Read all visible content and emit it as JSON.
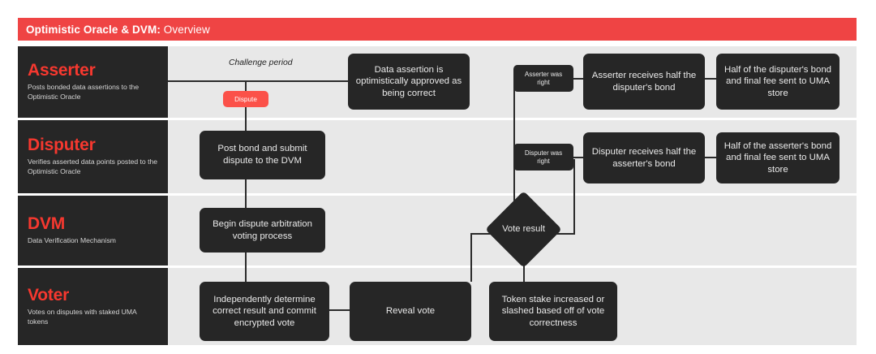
{
  "header": {
    "title_bold": "Optimistic Oracle & DVM:",
    "title_rest": " Overview",
    "bg_color": "#ef4444"
  },
  "colors": {
    "accent_red": "#f6382f",
    "badge_red": "#fb5149",
    "node_dark": "#262626",
    "band_gray": "#e8e8e8",
    "page_bg": "#ffffff",
    "line": "#2b2b2b"
  },
  "rows": [
    {
      "role": "Asserter",
      "desc": "Posts bonded data assertions to the Optimistic Oracle"
    },
    {
      "role": "Disputer",
      "desc": "Verifies asserted data points posted to the Optimistic Oracle"
    },
    {
      "role": "DVM",
      "desc": "Data Verification Mechanism"
    },
    {
      "role": "Voter",
      "desc": "Votes on disputes with staked UMA tokens"
    }
  ],
  "nodes": {
    "challenge_period": "Challenge period",
    "dispute_badge": "Dispute",
    "data_assertion_approved": "Data assertion is optimistically approved as being correct",
    "asserter_was_right": "Asserter was right",
    "asserter_receives_half": "Asserter receives half the disputer's bond",
    "half_disputer_bond": "Half of the disputer's bond and final fee sent to UMA store",
    "post_bond_submit": "Post bond and submit dispute to the DVM",
    "disputer_was_right": "Disputer was right",
    "disputer_receives_half": "Disputer receives half the asserter's bond",
    "half_asserter_bond": "Half of the asserter's bond and final fee sent to UMA store",
    "begin_arbitration": "Begin dispute arbitration voting process",
    "vote_result": "Vote result",
    "independently_determine": "Independently determine correct result and commit encrypted vote",
    "reveal_vote": "Reveal vote",
    "token_stake": "Token stake increased or slashed based off of vote correctness"
  }
}
